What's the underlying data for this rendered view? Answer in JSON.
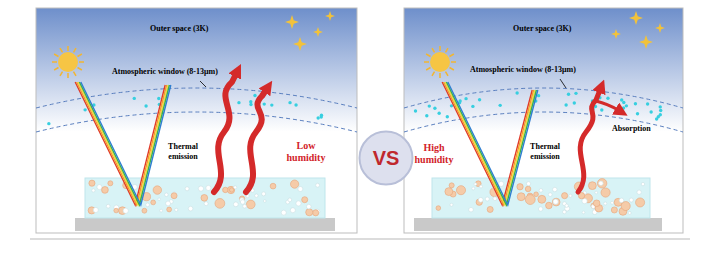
{
  "diagram": {
    "nodes": [
      {
        "text": [
          "VS"
        ]
      }
    ],
    "labels": [
      "Outer space (3K)",
      "Atmospheric window (8-13μm)",
      "Thermal emission",
      "Low humidity",
      "Outer space (3K)",
      "Atmospheric window (8-13μm)",
      "High humidity",
      "Thermal emission",
      "Absorption"
    ]
  }
}
